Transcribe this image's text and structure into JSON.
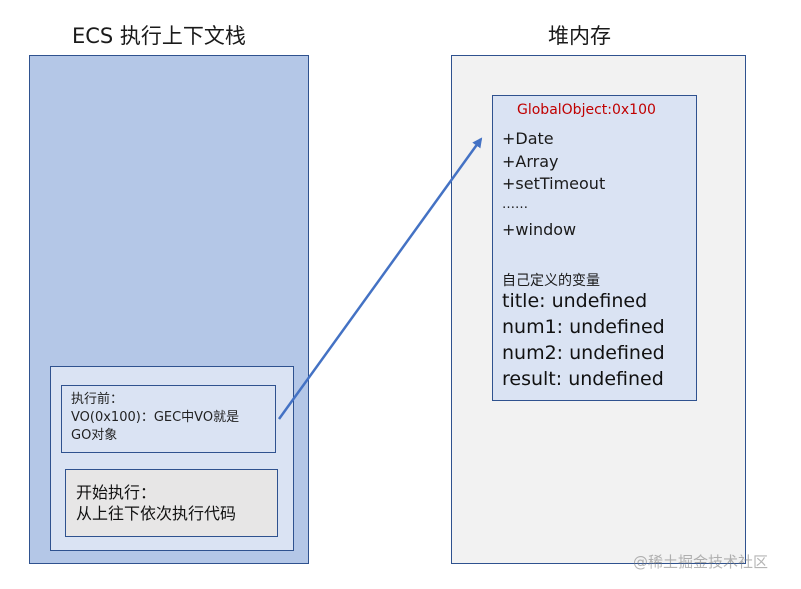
{
  "titles": {
    "ecs": "ECS 执行上下文栈",
    "heap": "堆内存"
  },
  "gec": {
    "before_lines": [
      "执行前：",
      "VO(0x100)：GEC中VO就是",
      "GO对象"
    ],
    "exec_lines": [
      "开始执行：",
      "从上往下依次执行代码"
    ]
  },
  "global_object": {
    "header": "GlobalObject:0x100",
    "builtins": [
      "+Date",
      "+Array",
      "+setTimeout",
      "……",
      "+window"
    ],
    "custom_label": "自己定义的变量",
    "variables": [
      "title: undefined",
      "num1: undefined",
      "num2: undefined",
      "result: undefined"
    ]
  },
  "watermark": "@稀土掘金技术社区",
  "colors": {
    "arrow": "#4472c4",
    "header_red": "#c00000"
  }
}
